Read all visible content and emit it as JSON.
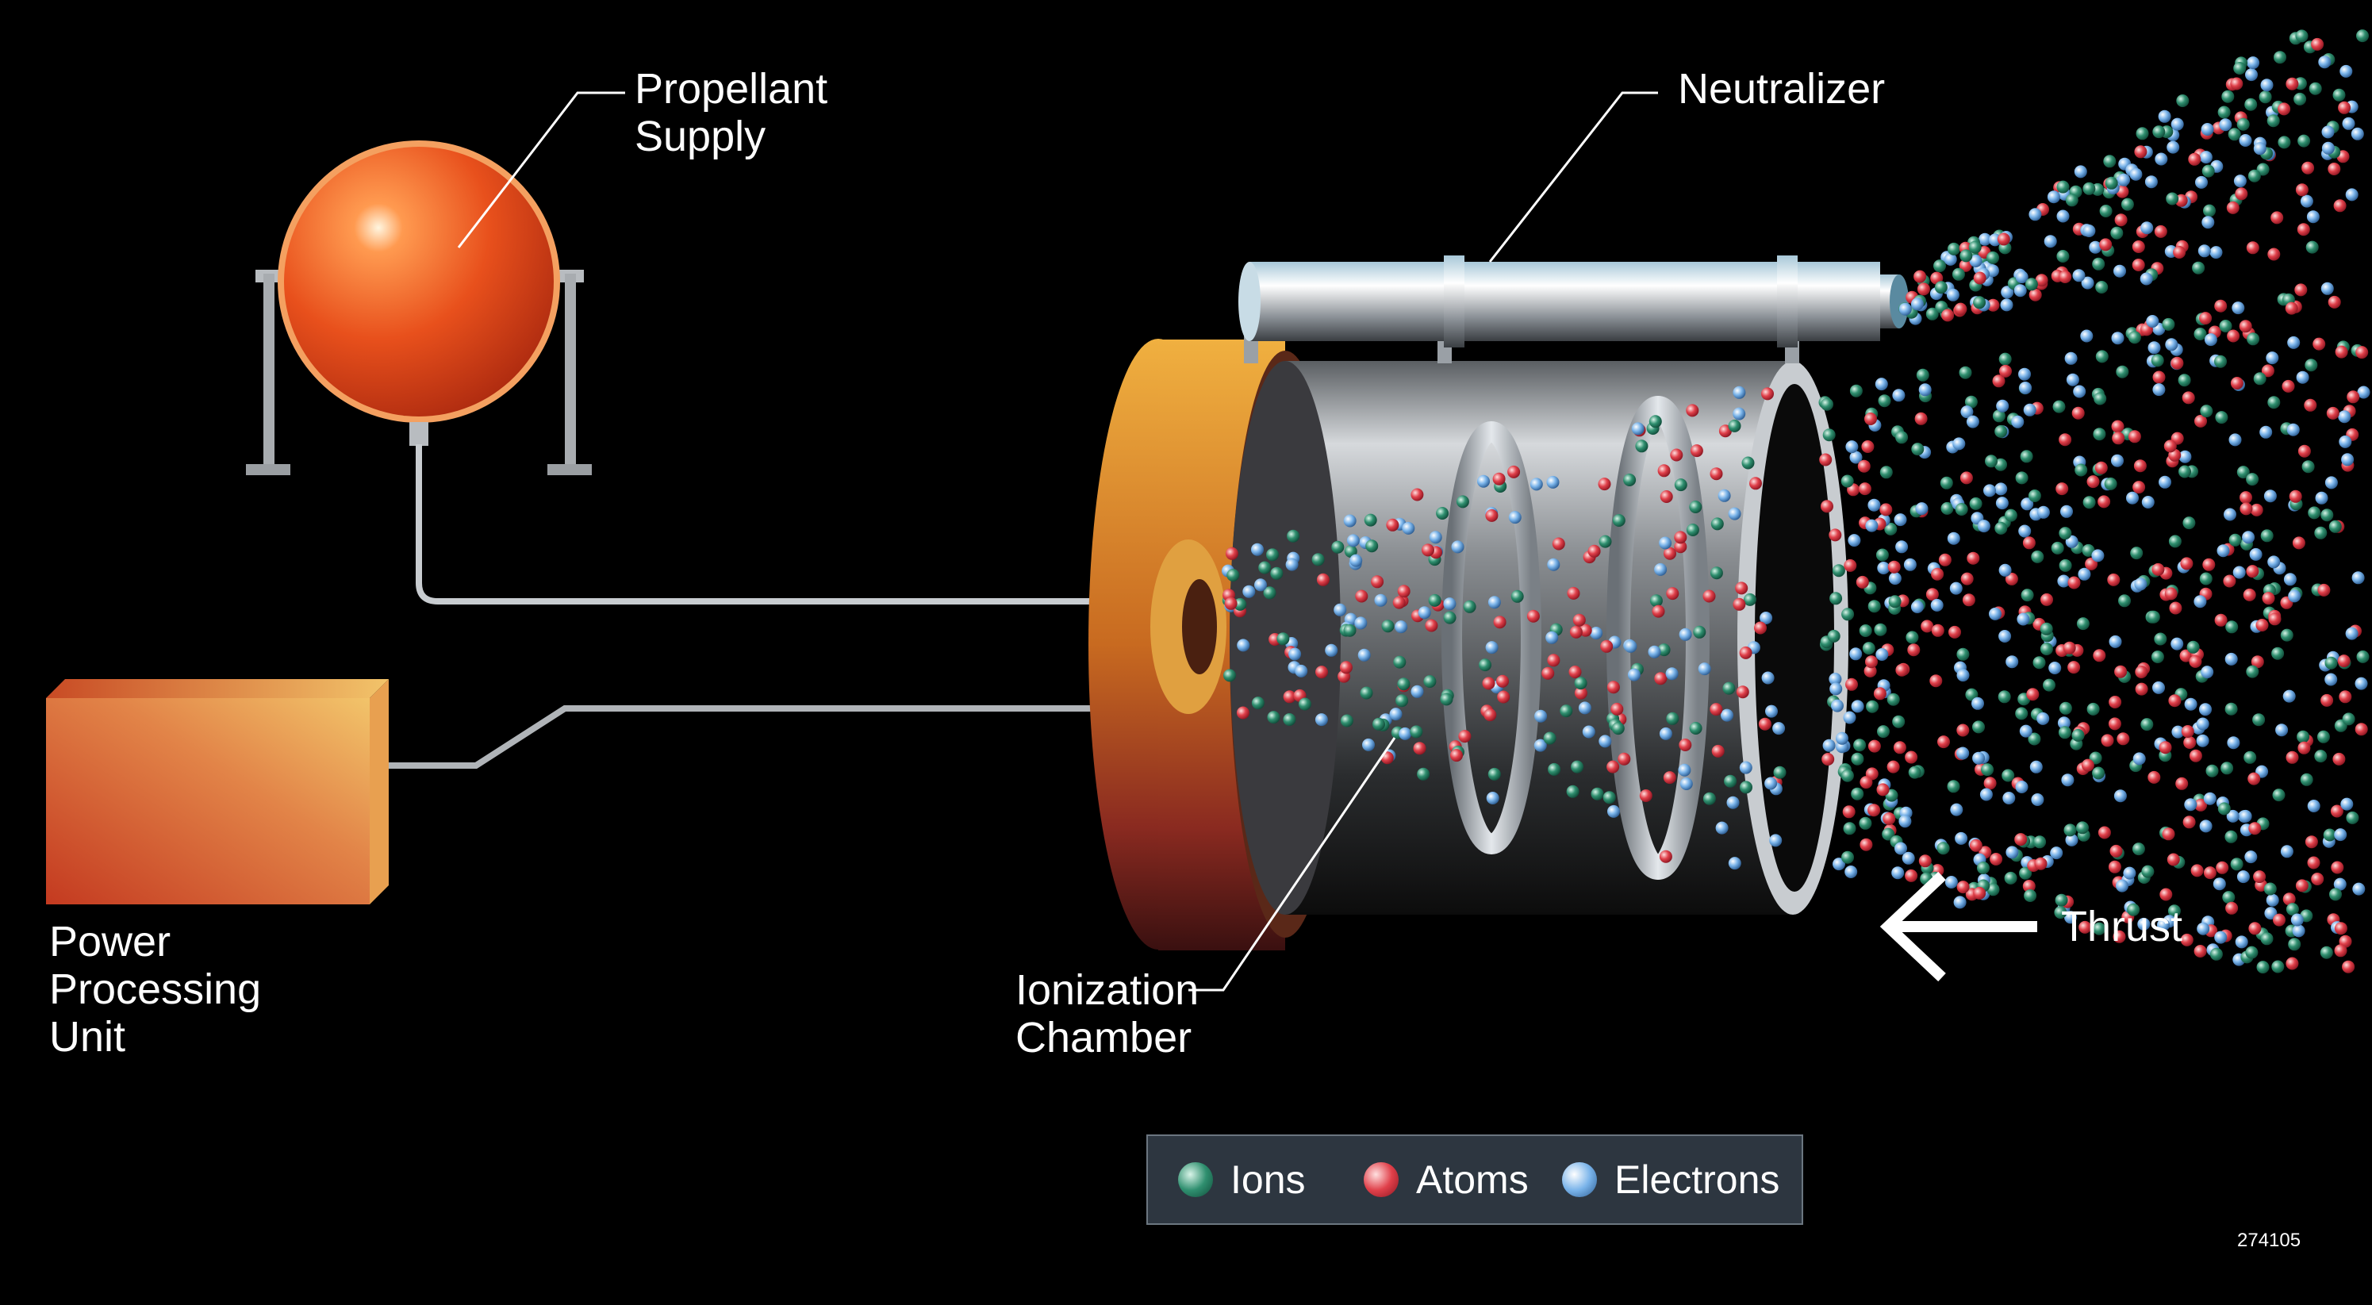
{
  "labels": {
    "propellant_supply": [
      "Propellant",
      "Supply"
    ],
    "neutralizer": "Neutralizer",
    "power_processing_unit": [
      "Power",
      "Processing",
      "Unit"
    ],
    "ionization_chamber": [
      "Ionization",
      "Chamber"
    ],
    "thrust": "Thrust"
  },
  "legend": {
    "ions": {
      "label": "Ions",
      "color": "#2f8f6f"
    },
    "atoms": {
      "label": "Atoms",
      "color": "#e0404a"
    },
    "electrons": {
      "label": "Electrons",
      "color": "#7ab4ea"
    }
  },
  "figure_id": "274105",
  "colors": {
    "background": "#000000",
    "tank": "#e8501c",
    "power_box": "#d8703a",
    "chamber_metal": "#9aa0a6",
    "flange": "#e09a30"
  }
}
